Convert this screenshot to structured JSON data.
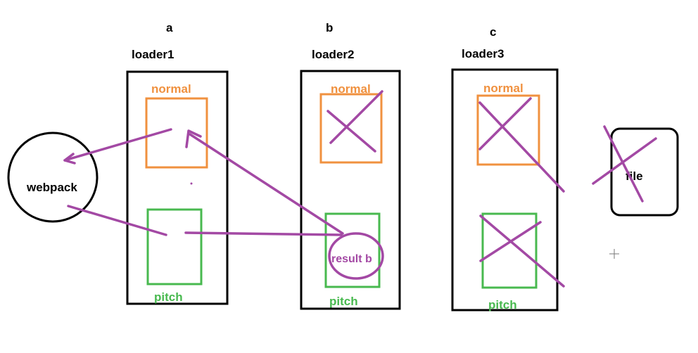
{
  "columns": [
    {
      "letter": "a",
      "title": "loader1",
      "normal": "normal",
      "pitch": "pitch"
    },
    {
      "letter": "b",
      "title": "loader2",
      "normal": "normal",
      "pitch": "pitch",
      "result": "result b"
    },
    {
      "letter": "c",
      "title": "loader3",
      "normal": "normal",
      "pitch": "pitch"
    }
  ],
  "webpack": "webpack",
  "file": "file",
  "colors": {
    "black": "#000000",
    "orange": "#f0913f",
    "green": "#48b94f",
    "purple": "#a349a4"
  }
}
